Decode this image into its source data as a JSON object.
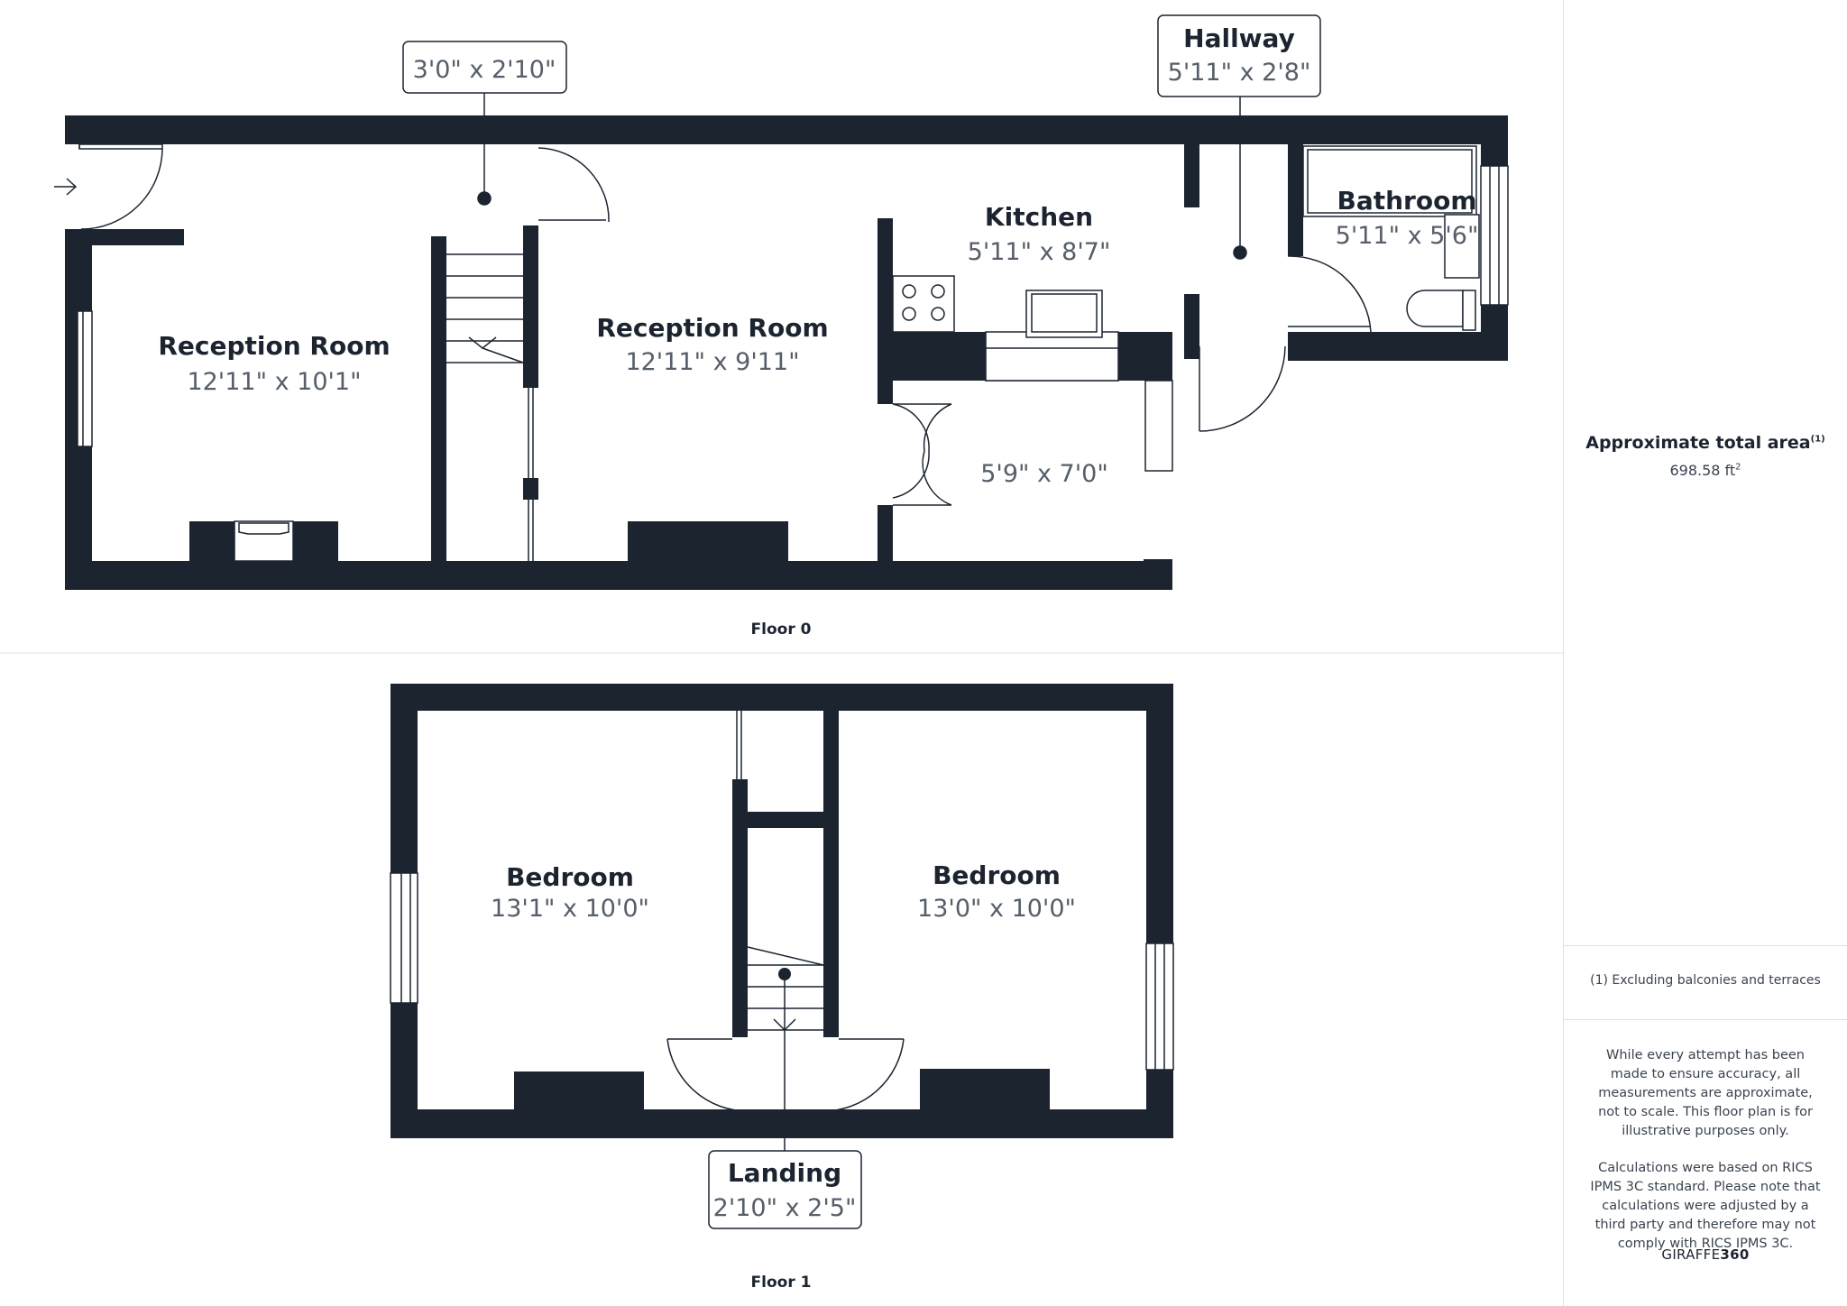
{
  "floors": [
    {
      "label": "Floor 0",
      "rooms": [
        {
          "name": "Reception Room",
          "dims": "12'11\" x 10'1\""
        },
        {
          "name": "Reception Room",
          "dims": "12'11\" x 9'11\""
        },
        {
          "name": "Kitchen",
          "dims": "5'11\" x 8'7\""
        },
        {
          "name": "Bathroom",
          "dims": "5'11\" x 5'6\""
        },
        {
          "name": "",
          "dims": "5'9\" x 7'0\""
        }
      ],
      "callouts": [
        {
          "name": "",
          "dims": "3'0\" x 2'10\""
        },
        {
          "name": "Hallway",
          "dims": "5'11\" x 2'8\""
        }
      ]
    },
    {
      "label": "Floor 1",
      "rooms": [
        {
          "name": "Bedroom",
          "dims": "13'1\" x 10'0\""
        },
        {
          "name": "Bedroom",
          "dims": "13'0\" x 10'0\""
        }
      ],
      "callouts": [
        {
          "name": "Landing",
          "dims": "2'10\" x 2'5\""
        }
      ]
    }
  ],
  "sidebar": {
    "area_label": "Approximate total area",
    "area_note_mark": "(1)",
    "area_value": "698.58 ft",
    "area_unit_sup": "2",
    "footnote": "(1) Excluding balconies and terraces",
    "disclaimer_1": "While every attempt has been made to ensure accuracy, all measurements are approximate, not to scale. This floor plan is for illustrative purposes only.",
    "disclaimer_2": "Calculations were based on RICS IPMS 3C standard. Please note that calculations were adjusted by a third party and therefore may not comply with RICS IPMS 3C.",
    "brand_light": "GIRAFFE",
    "brand_bold": "360"
  },
  "colors": {
    "wall": "#1c2430",
    "text": "#1c2430",
    "dims": "#555e69",
    "divider": "#dcdfe3"
  }
}
